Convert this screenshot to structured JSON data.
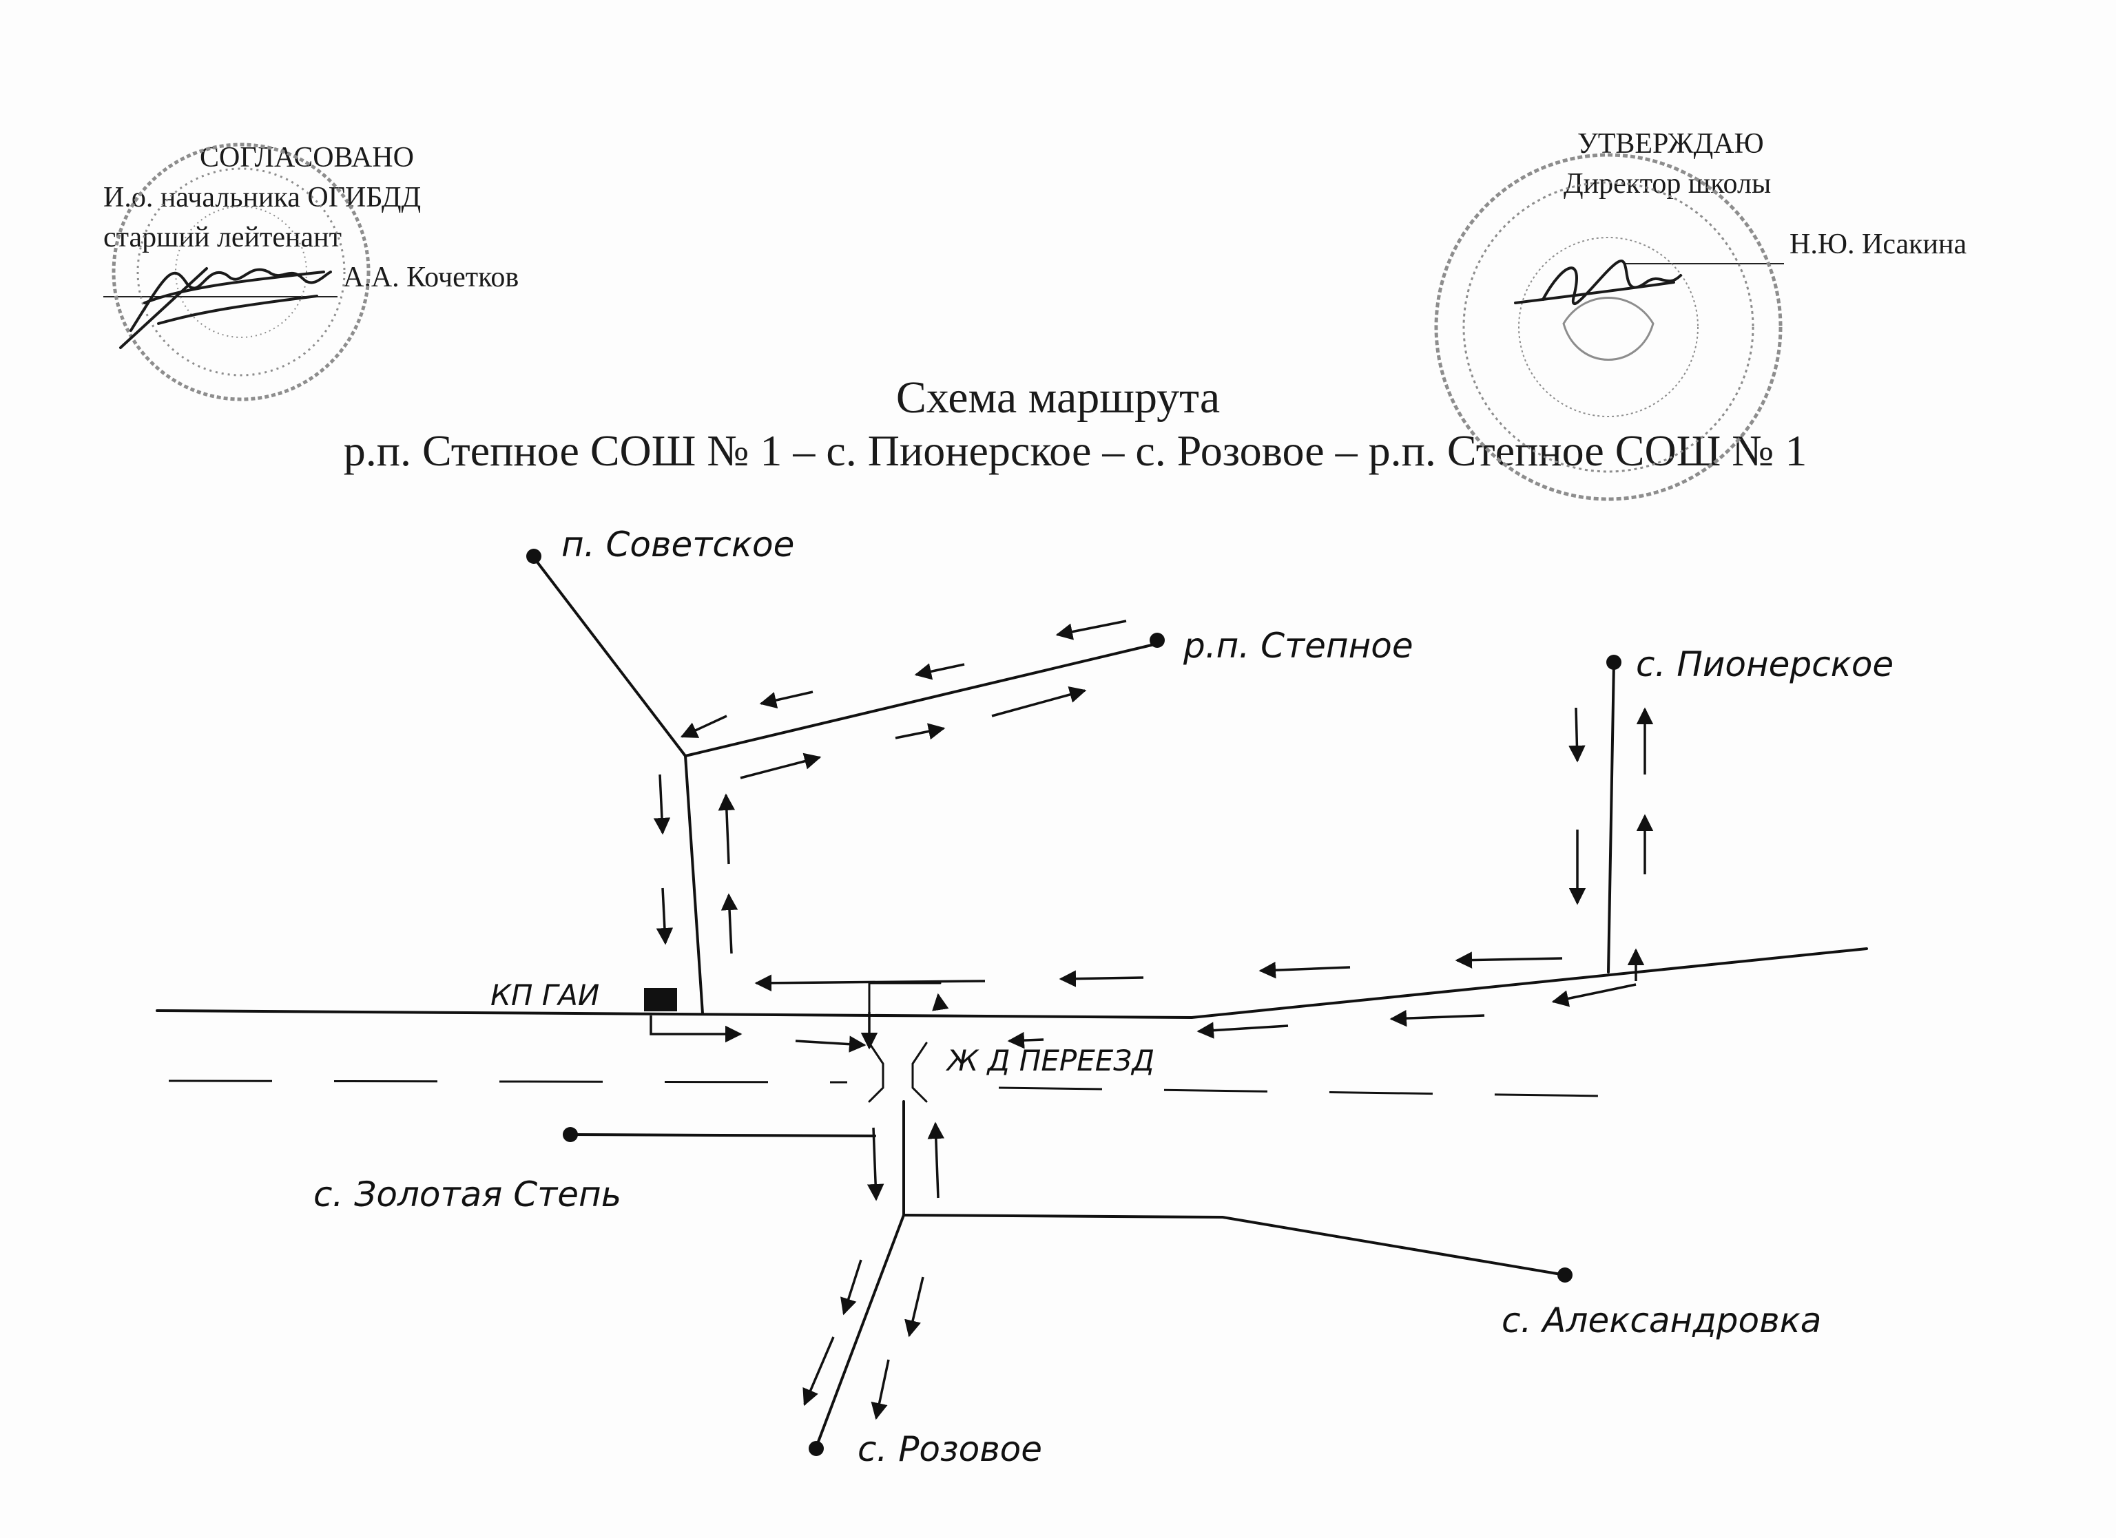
{
  "approval_left": {
    "heading": "СОГЛАСОВАНО",
    "position": "И.о. начальника ОГИБДД",
    "rank": "старший лейтенант",
    "name": "А.А. Кочетков"
  },
  "approval_right": {
    "heading": "УТВЕРЖДАЮ",
    "position": "Директор школы",
    "name": "Н.Ю. Исакина"
  },
  "title": "Схема маршрута",
  "subtitle": "р.п. Степное СОШ № 1  – с. Пионерское – с. Розовое – р.п. Степное СОШ № 1",
  "map": {
    "places": {
      "sovetskoe": "п. Советское",
      "stepnoe": "р.п. Степное",
      "pionerskoe": "с. Пионерское",
      "zolotaya_step": "с. Золотая Степь",
      "aleksandrovka": "с. Александровка",
      "rozovoe": "с. Розовое"
    },
    "landmarks": {
      "kp_gai": "КП ГАИ",
      "railway_crossing": "Ж Д ПЕРЕЕЗД"
    }
  },
  "colors": {
    "ink": "#111111",
    "stamp": "#8a8a8a"
  }
}
